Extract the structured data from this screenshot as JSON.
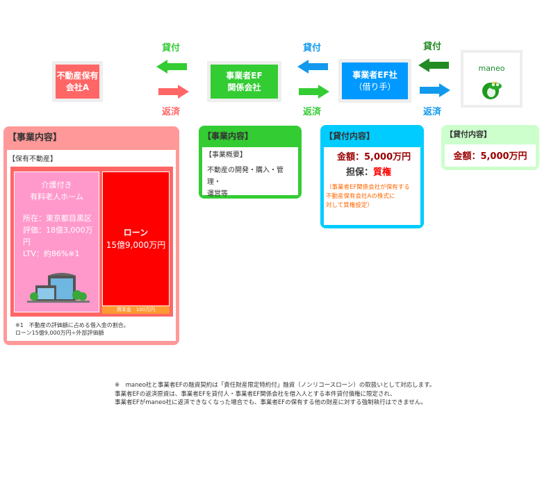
{
  "entities": {
    "property_company": {
      "line1": "不動産保有",
      "line2": "会社A",
      "color": "#ff6666"
    },
    "ef_affiliate": {
      "line1": "事業者EF",
      "line2": "関係会社",
      "color": "#33cc33"
    },
    "ef_company": {
      "line1": "事業者EF社",
      "line2": "（借り手）",
      "color": "#0099ff"
    },
    "maneo": {
      "name": "maneo"
    }
  },
  "flows": [
    {
      "lend": "貸付",
      "repay": "返済",
      "lend_color": "#33cc33",
      "repay_color": "#ff6666"
    },
    {
      "lend": "貸付",
      "repay": "返済",
      "lend_color": "#1199ee",
      "repay_color": "#33cc33"
    },
    {
      "lend": "貸付",
      "repay": "返済",
      "lend_color": "#228b22",
      "repay_color": "#1199ee"
    }
  ],
  "panel_property": {
    "title": "【事業内容】",
    "subtitle": "【保有不動産】",
    "asset": {
      "line1": "介護付き",
      "line2": "有料老人ホーム",
      "location": "所在：東京都目黒区",
      "valuation": "評価：18億3,000万円",
      "ltv": "LTV：約86%※1"
    },
    "loan": {
      "label": "ローン",
      "amount": "15億9,000万円"
    },
    "capital": "資本金　100万円",
    "note1": "※1　不動産の評価額に占める借入金の割合。",
    "note2": "ローン15億9,000万円÷外部評価額"
  },
  "panel_affiliate": {
    "title": "【事業内容】",
    "subtitle": "【事業概要】",
    "line1": "不動産の開発・購入・管理・",
    "line2": "運営等"
  },
  "panel_ef_loan": {
    "title": "【貸付内容】",
    "amount": "金額：5,000万円",
    "collateral_label": "担保：",
    "collateral_value": "質権",
    "note1": "（事業者EF関係会社が保有する",
    "note2": "不動産保有会社Aの株式に",
    "note3": "対して質権設定）"
  },
  "panel_maneo_loan": {
    "title": "【貸付内容】",
    "amount": "金額：5,000万円"
  },
  "footnotes": [
    "※　maneo社と事業者EFの融資契約は「責任財産限定特約付」融資（ノンリコースローン）の取扱いとして対応します。",
    "事業者EFの返済原資は、事業者EFを貸付人・事業者EF関係会社を借入人とする本件貸付債権に限定され、",
    "事業者EFがmaneo社に返済できなくなった場合でも、事業者EFの保有する他の財産に対する強制執行はできません。"
  ]
}
